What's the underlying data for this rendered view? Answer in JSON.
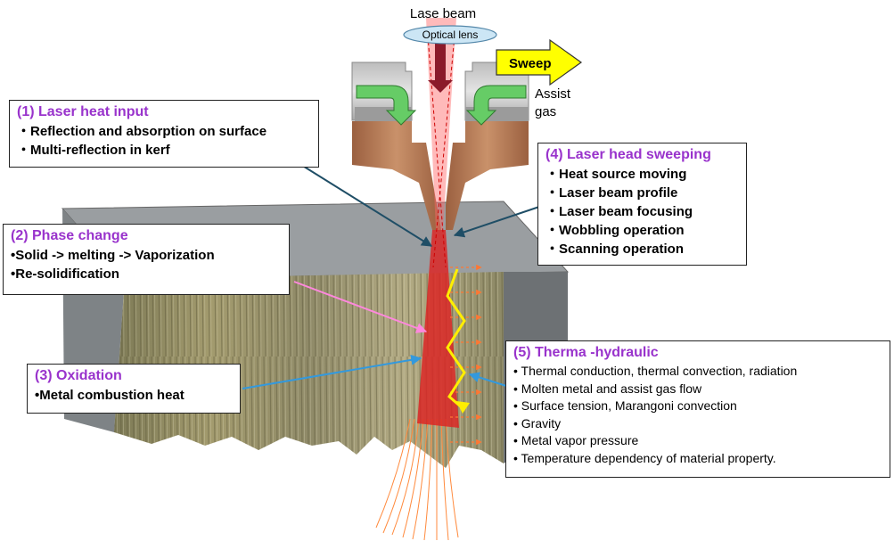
{
  "labels": {
    "beam": "Lase beam",
    "lens": "Optical lens",
    "sweep": "Sweep",
    "assist_line1": "Assist",
    "assist_line2": "gas"
  },
  "boxes": {
    "heat_input": {
      "title": "(1) Laser heat input",
      "items": [
        "・Reflection and absorption on surface",
        "・Multi-reflection in kerf"
      ]
    },
    "phase_change": {
      "title": "(2) Phase change",
      "items": [
        "•Solid -> melting -> Vaporization",
        "•Re-solidification"
      ]
    },
    "oxidation": {
      "title": "(3) Oxidation",
      "items": [
        "•Metal combustion heat"
      ]
    },
    "head_sweeping": {
      "title": "(4) Laser head sweeping",
      "items": [
        "・Heat source moving",
        "・Laser beam profile",
        "・Laser beam focusing",
        "・Wobbling operation",
        "・Scanning operation"
      ]
    },
    "thermal_hydraulic": {
      "title": "(5)  Therma -hydraulic",
      "items": [
        "• Thermal conduction, thermal convection, radiation",
        "• Molten metal and assist gas flow",
        "• Surface tension,  Marangoni convection",
        "• Gravity",
        "• Metal vapor pressure",
        "• Temperature dependency of material property."
      ]
    }
  },
  "colors": {
    "title": "#9933cc",
    "arrow_dark": "#1f4e66",
    "arrow_pink": "#ff88dd",
    "arrow_blue": "#3399dd",
    "beam_red": "#dd2222",
    "sweep_yellow": "#ffff00",
    "wave_yellow": "#ffee00",
    "nozzle_brown": "#b07550",
    "gas_green": "#66cc66"
  }
}
